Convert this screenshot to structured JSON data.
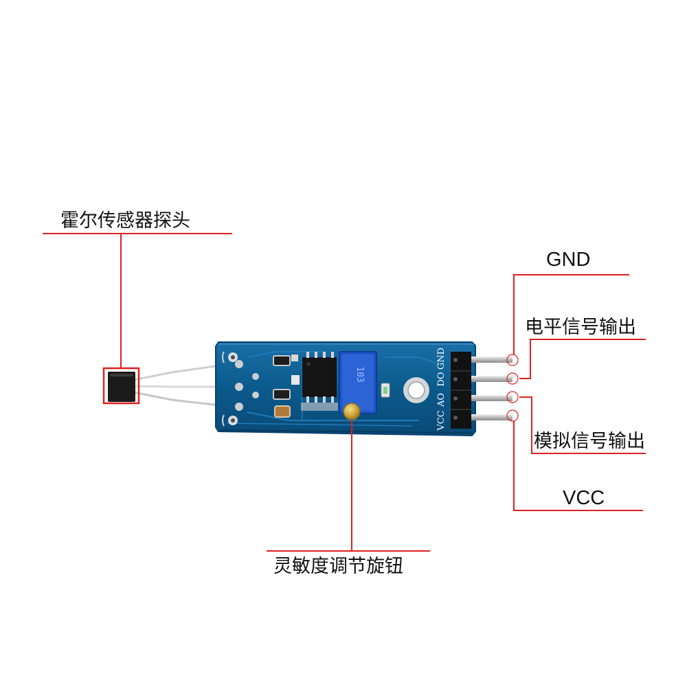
{
  "callouts": {
    "hall_probe": "霍尔传感器探头",
    "gnd": "GND",
    "digital_out": "电平信号输出",
    "analog_out": "模拟信号输出",
    "vcc": "VCC",
    "sensitivity_knob": "灵敏度调节旋钮"
  },
  "board_silkscreen": {
    "pins": [
      "GND",
      "DO",
      "AO",
      "VCC"
    ],
    "trimmer_marking": "103"
  },
  "colors": {
    "pcb": "#0b5a8c",
    "leader_line": "#e0201f",
    "trimmer_body": "#1f55c7",
    "hall_sensor": "#1b1b1b",
    "background": "#ffffff"
  }
}
